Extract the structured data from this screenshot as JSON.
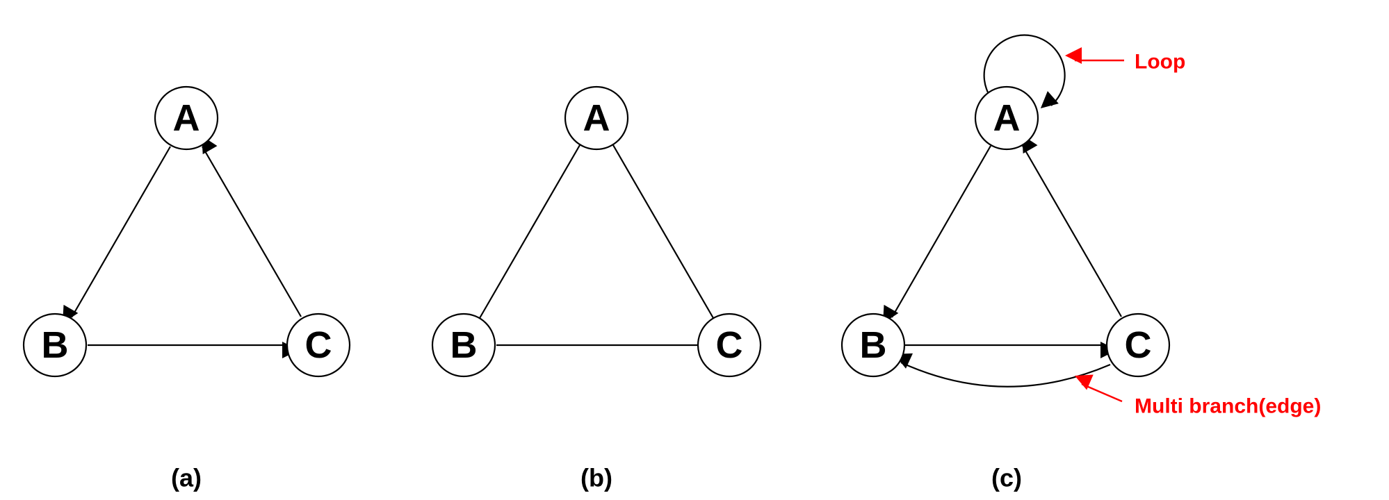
{
  "colors": {
    "ink": "#000000",
    "annotation": "#ff0000"
  },
  "panels": [
    {
      "caption": "(a)",
      "nodes": {
        "A": "A",
        "B": "B",
        "C": "C"
      }
    },
    {
      "caption": "(b)",
      "nodes": {
        "A": "A",
        "B": "B",
        "C": "C"
      }
    },
    {
      "caption": "(c)",
      "nodes": {
        "A": "A",
        "B": "B",
        "C": "C"
      }
    }
  ],
  "annotations": {
    "loop": "Loop",
    "multi": "Multi branch(edge)"
  }
}
